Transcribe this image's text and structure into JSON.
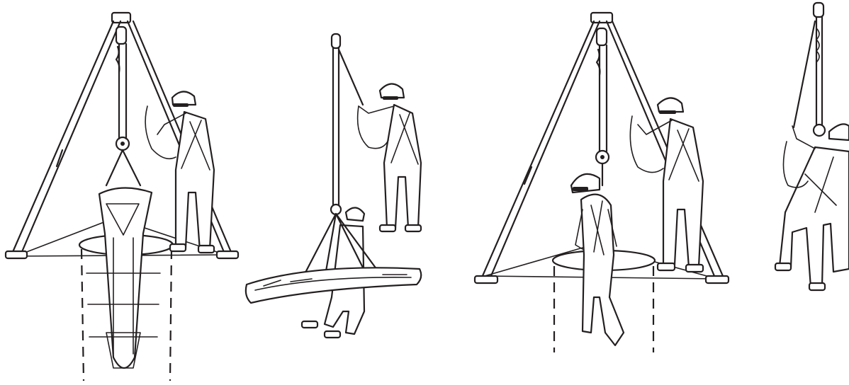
{
  "illustration": {
    "panels": [
      {
        "subject": "tripod-rescue-with-stretcher",
        "icons": [
          "tripod-icon",
          "winch-icon",
          "rescuer-icon",
          "stretcher-icon",
          "manhole-icon"
        ]
      },
      {
        "subject": "lifting-stretcher-with-davit-line",
        "icons": [
          "rope-icon",
          "rescuer-icon",
          "stretcher-icon",
          "worker-icon"
        ]
      },
      {
        "subject": "tripod-rescue-of-worker",
        "icons": [
          "tripod-icon",
          "winch-icon",
          "rescuer-icon",
          "worker-icon",
          "manhole-icon"
        ]
      },
      {
        "subject": "rescuer-ascending-rope",
        "icons": [
          "rope-icon",
          "rescuer-icon"
        ]
      }
    ],
    "line_color": "#231f20",
    "background_color": "#ffffff"
  }
}
